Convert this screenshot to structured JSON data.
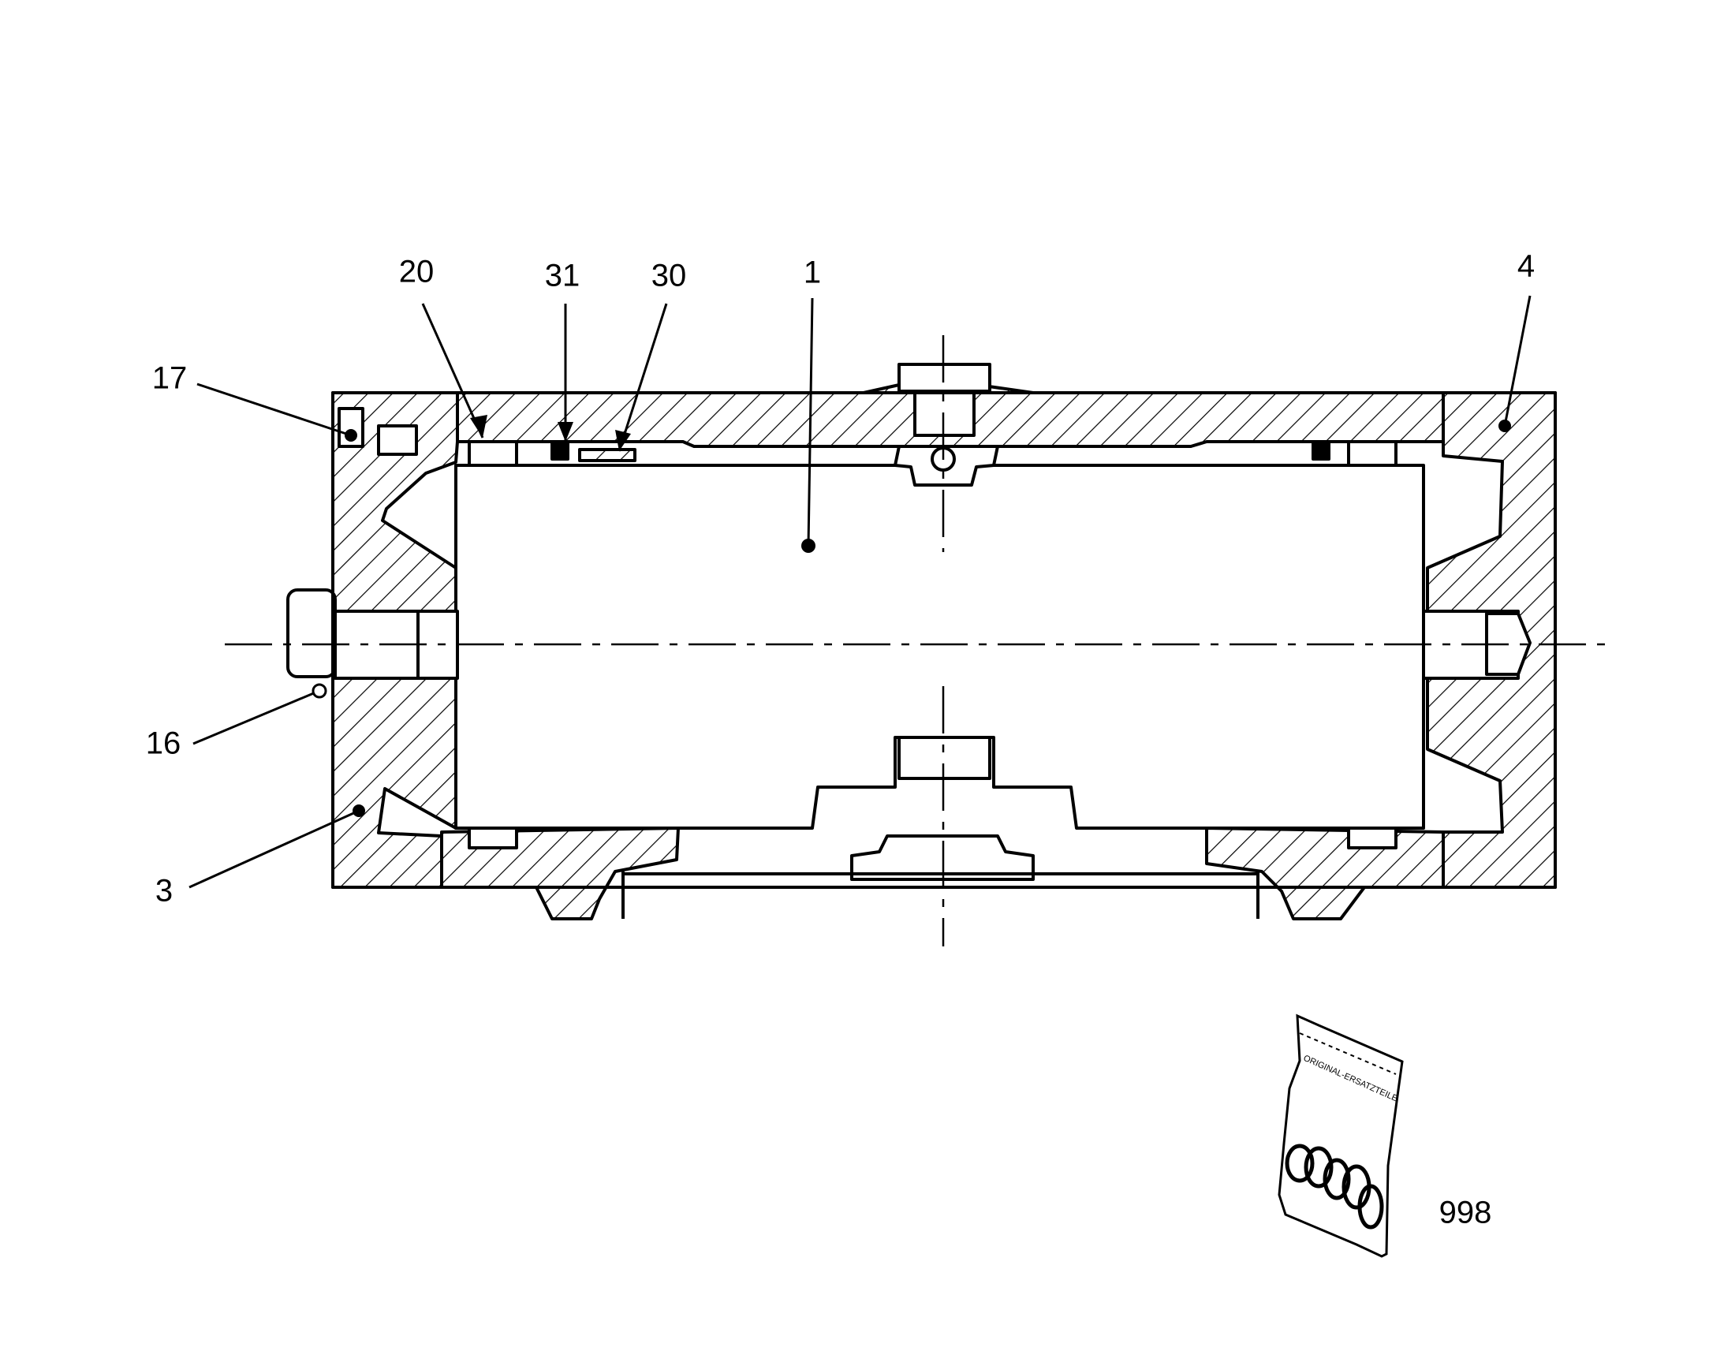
{
  "diagram": {
    "callouts": [
      {
        "id": "c20",
        "label": "20"
      },
      {
        "id": "c31",
        "label": "31"
      },
      {
        "id": "c30",
        "label": "30"
      },
      {
        "id": "c1",
        "label": "1"
      },
      {
        "id": "c4",
        "label": "4"
      },
      {
        "id": "c17",
        "label": "17"
      },
      {
        "id": "c16",
        "label": "16"
      },
      {
        "id": "c3",
        "label": "3"
      },
      {
        "id": "c998",
        "label": "998"
      }
    ],
    "bag_label": "ORIGINAL-ERSATZTEILE"
  }
}
